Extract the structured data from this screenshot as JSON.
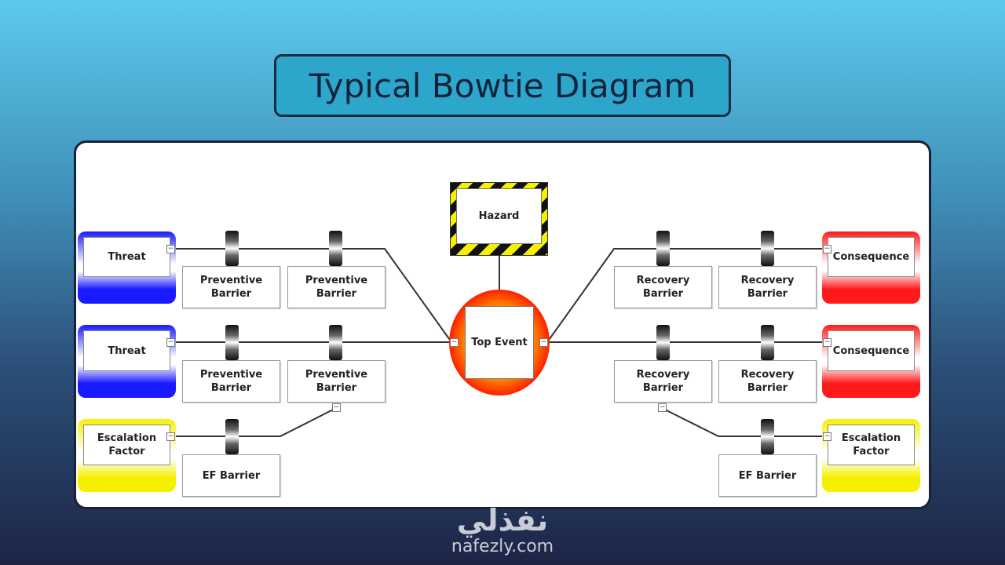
{
  "title": "Typical Bowtie Diagram",
  "hazard": "Hazard",
  "top_event": "Top Event",
  "left": {
    "threats": [
      "Threat",
      "Threat"
    ],
    "escalation_factor": "Escalation Factor",
    "barriers": [
      "Preventive Barrier",
      "Preventive Barrier",
      "Preventive Barrier",
      "Preventive Barrier"
    ],
    "ef_barrier": "EF Barrier"
  },
  "right": {
    "consequences": [
      "Consequence",
      "Consequence"
    ],
    "escalation_factor": "Escalation Factor",
    "barriers": [
      "Recovery Barrier",
      "Recovery Barrier",
      "Recovery Barrier",
      "Recovery Barrier"
    ],
    "ef_barrier": "EF Barrier"
  },
  "port_symbol": "−",
  "watermark": {
    "arabic": "نفذلي",
    "latin": "nafezly.com"
  },
  "colors": {
    "threat": "#1a1aff",
    "consequence": "#ff1a1a",
    "escalation": "#f5f000"
  }
}
